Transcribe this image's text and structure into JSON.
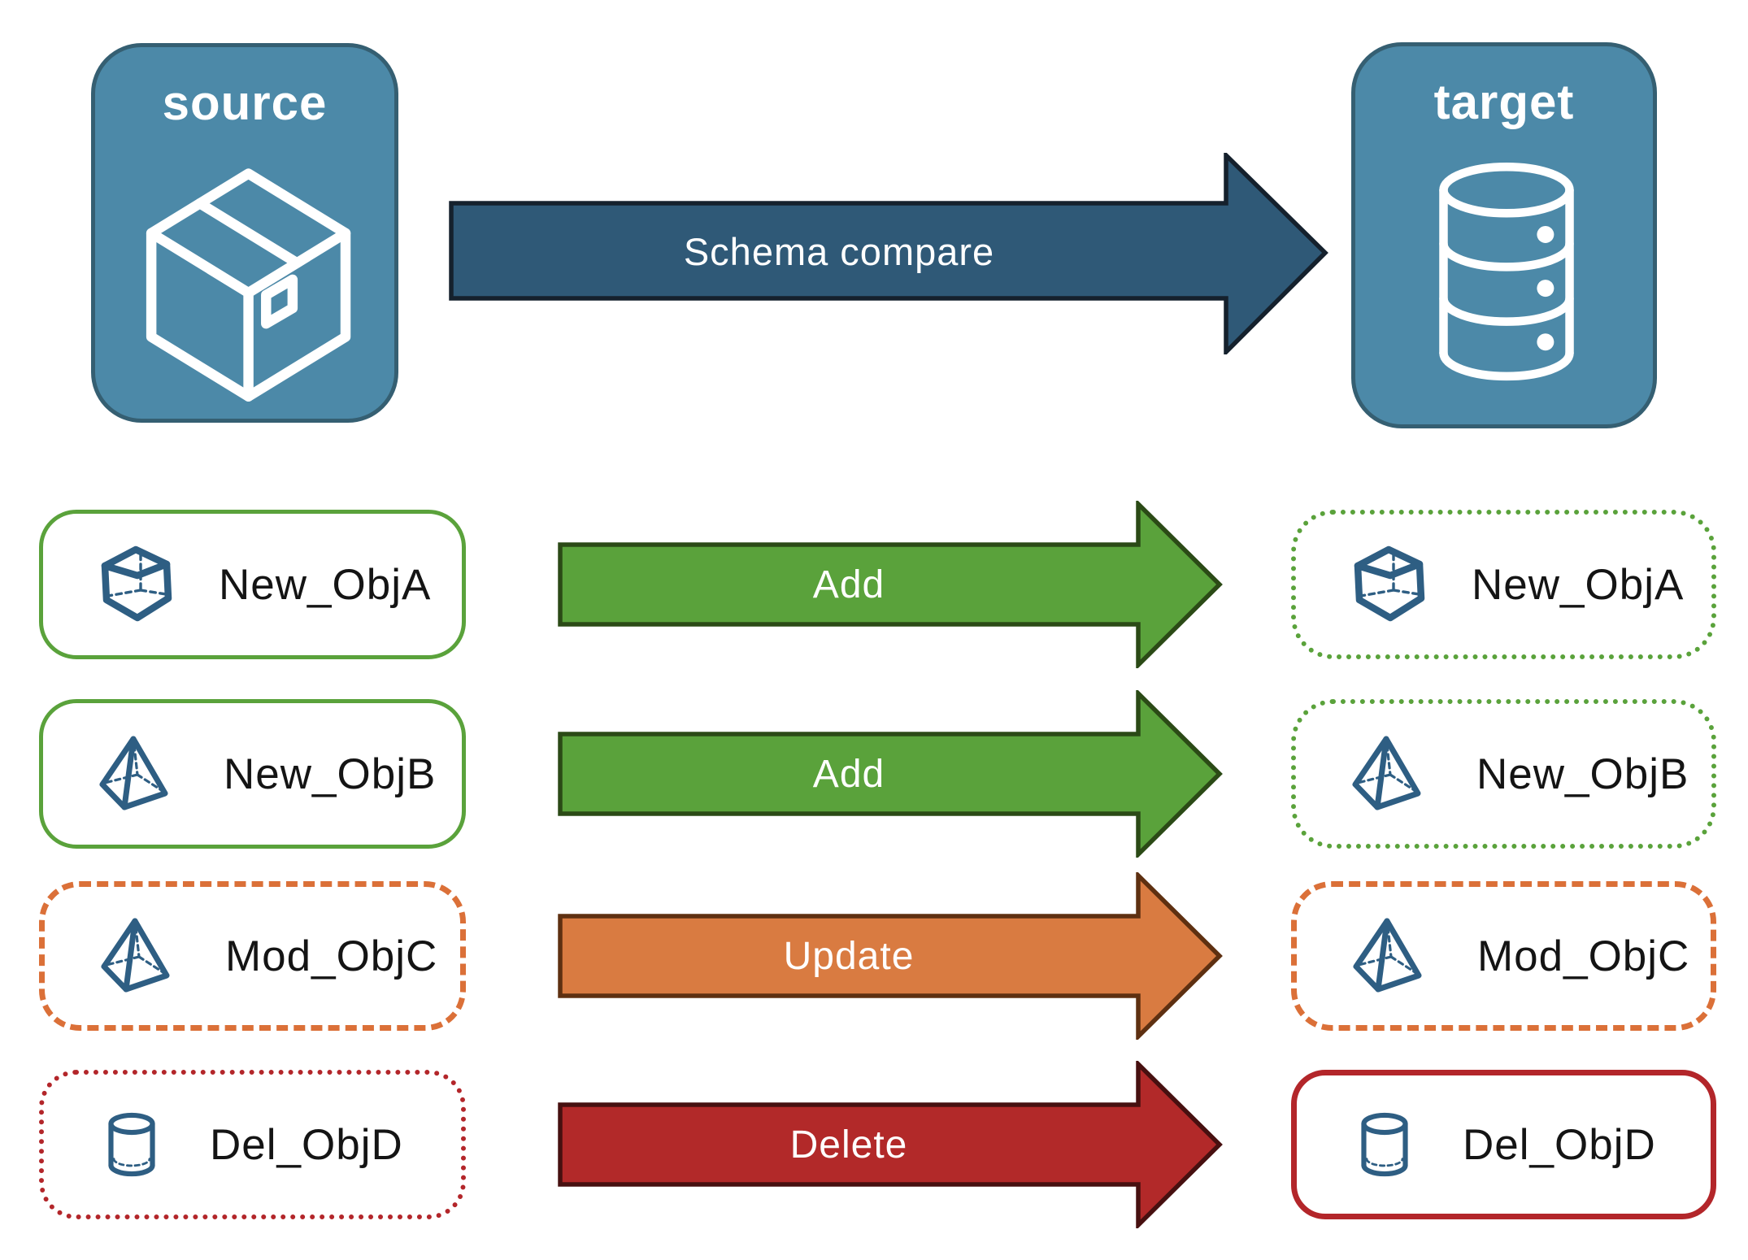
{
  "diagram": {
    "source": {
      "label": "source",
      "icon": "package-icon",
      "fill": "#4C89A8",
      "border": "#355F72"
    },
    "target": {
      "label": "target",
      "icon": "database-icon",
      "fill": "#4C89A8",
      "border": "#355F72"
    },
    "compare_arrow": {
      "label": "Schema compare",
      "color": "#2F5977"
    }
  },
  "rows": [
    {
      "icon": "cube-icon",
      "left": {
        "label": "New_ObjA",
        "border_style": "solid-green"
      },
      "arrow": {
        "label": "Add",
        "color": "#5AA23B"
      },
      "right": {
        "label": "New_ObjA",
        "border_style": "dotted-green"
      }
    },
    {
      "icon": "pyramid-icon",
      "left": {
        "label": "New_ObjB",
        "border_style": "solid-green"
      },
      "arrow": {
        "label": "Add",
        "color": "#5AA23B"
      },
      "right": {
        "label": "New_ObjB",
        "border_style": "dotted-green"
      }
    },
    {
      "icon": "pyramid-icon",
      "left": {
        "label": "Mod_ObjC",
        "border_style": "dashed-orange"
      },
      "arrow": {
        "label": "Update",
        "color": "#D97B41"
      },
      "right": {
        "label": "Mod_ObjC",
        "border_style": "dashed-orange"
      }
    },
    {
      "icon": "cylinder-icon",
      "left": {
        "label": "Del_ObjD",
        "border_style": "dotted-red"
      },
      "arrow": {
        "label": "Delete",
        "color": "#B22929"
      },
      "right": {
        "label": "Del_ObjD",
        "border_style": "solid-red"
      }
    }
  ],
  "colors": {
    "icon_navy": "#2E5E83",
    "green_border": "#5AA23B",
    "orange_border": "#DB7038",
    "red_border": "#B3262A",
    "arrow_outline_navy": "#15212D"
  }
}
